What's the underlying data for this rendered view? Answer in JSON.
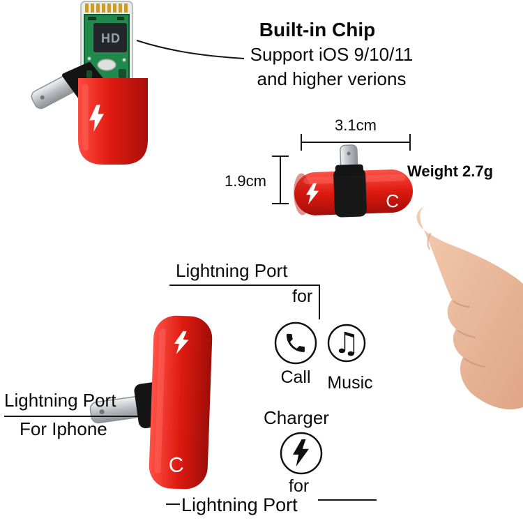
{
  "callout": {
    "heading": "Built-in Chip",
    "line1": "Support iOS 9/10/11",
    "line2": "and higher verions"
  },
  "dimensions": {
    "width": "3.1cm",
    "height": "1.9cm",
    "weight": "Weight 2.7g"
  },
  "labels": {
    "top_port": "Lightning Port",
    "for_top": "for",
    "call": "Call",
    "music": "Music",
    "left_port": "Lightning Port",
    "left_port_sub": "For Iphone",
    "charger": "Charger",
    "for_bottom": "for",
    "bottom_port": "Lightning Port"
  },
  "device": {
    "chip_text": "HD",
    "c_marking": "C"
  },
  "icons": {
    "call": "phone-handset-icon",
    "music_glyph": "♫",
    "charger": "lightning-bolt-icon",
    "adapter_marking": "lightning-bolt"
  },
  "colors": {
    "adapter_red": "#e02318",
    "pcb_green": "#1f8a4c",
    "metal": "#b9bdc2",
    "skin": "#eab79c",
    "line": "#111111"
  }
}
